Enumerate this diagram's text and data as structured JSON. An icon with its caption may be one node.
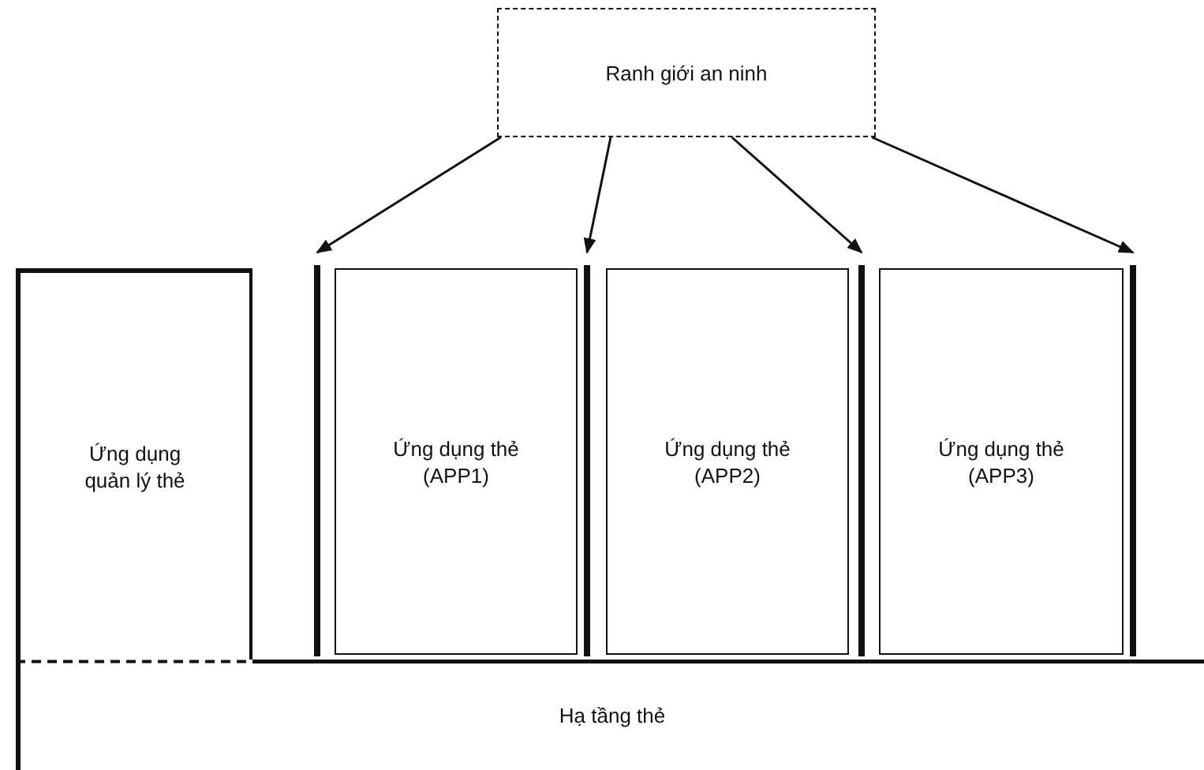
{
  "diagram": {
    "nodes": [
      {
        "text": [
          "Ranh giới an ninh"
        ]
      },
      {
        "text": [
          "Ứng dụng quản lý thẻ"
        ]
      },
      {
        "text": [],
        "shape": "bar"
      },
      {
        "text": [
          "Ứng dụng thẻ (APP1)"
        ]
      },
      {
        "text": [],
        "shape": "bar"
      },
      {
        "text": [
          "Ứng dụng thẻ (APP2)"
        ]
      },
      {
        "text": [],
        "shape": "bar"
      },
      {
        "text": [
          "Ứng dụng thẻ (APP3)"
        ]
      },
      {
        "text": [],
        "shape": "bar"
      },
      {
        "text": [
          "Hạ tầng thẻ"
        ]
      }
    ],
    "edges": [
      {
        "from": 0,
        "to": 2,
        "arrow": "to"
      },
      {
        "from": 0,
        "to": 4,
        "arrow": "to"
      },
      {
        "from": 0,
        "to": 6,
        "arrow": "to"
      },
      {
        "from": 0,
        "to": 8,
        "arrow": "to"
      }
    ]
  }
}
